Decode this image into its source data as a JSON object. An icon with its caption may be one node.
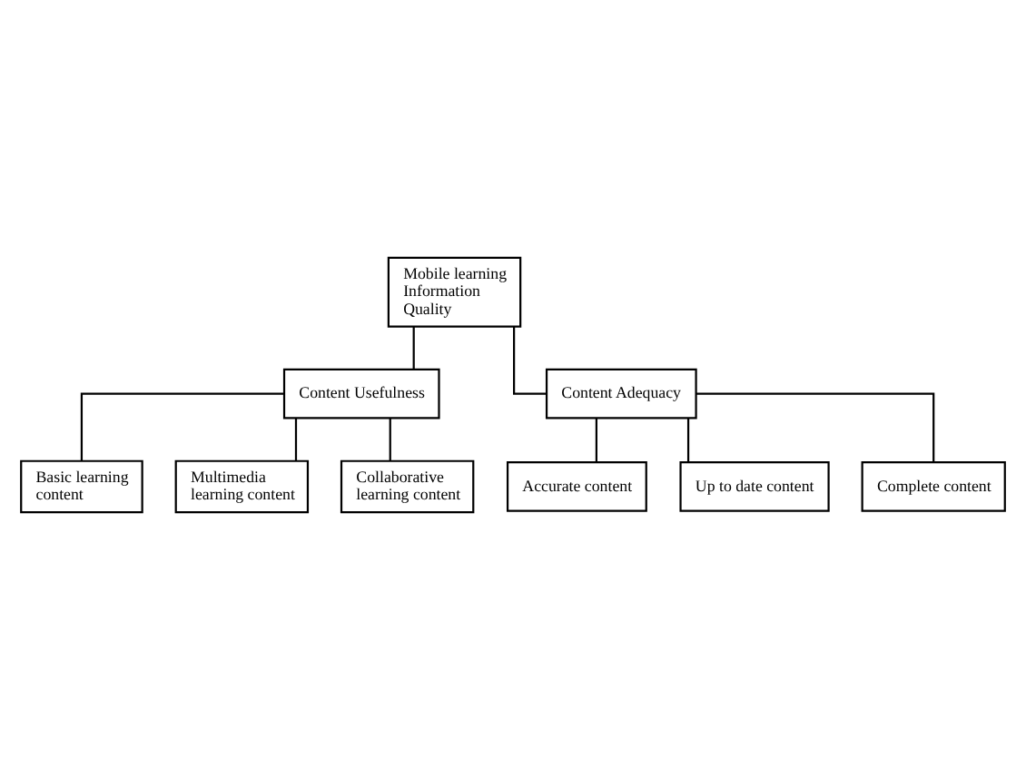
{
  "diagram": {
    "nodes": [
      {
        "text": [
          "Mobile learning Information Quality"
        ]
      },
      {
        "text": [
          "Content Usefulness"
        ]
      },
      {
        "text": [
          "Content Adequacy"
        ]
      },
      {
        "text": [
          "Basic learning content"
        ]
      },
      {
        "text": [
          "Multimedia learning content"
        ]
      },
      {
        "text": [
          "Collaborative learning content"
        ]
      },
      {
        "text": [
          "Accurate content"
        ]
      },
      {
        "text": [
          "Up to date content"
        ]
      },
      {
        "text": [
          "Complete content"
        ]
      }
    ],
    "edges": [
      {
        "from": 0,
        "to": 1,
        "arrow": "none"
      },
      {
        "from": 0,
        "to": 2,
        "arrow": "none"
      },
      {
        "from": 1,
        "to": 3,
        "arrow": "none"
      },
      {
        "from": 1,
        "to": 4,
        "arrow": "none"
      },
      {
        "from": 1,
        "to": 5,
        "arrow": "none"
      },
      {
        "from": 2,
        "to": 6,
        "arrow": "none"
      },
      {
        "from": 2,
        "to": 7,
        "arrow": "none"
      },
      {
        "from": 2,
        "to": 8,
        "arrow": "none"
      }
    ]
  }
}
